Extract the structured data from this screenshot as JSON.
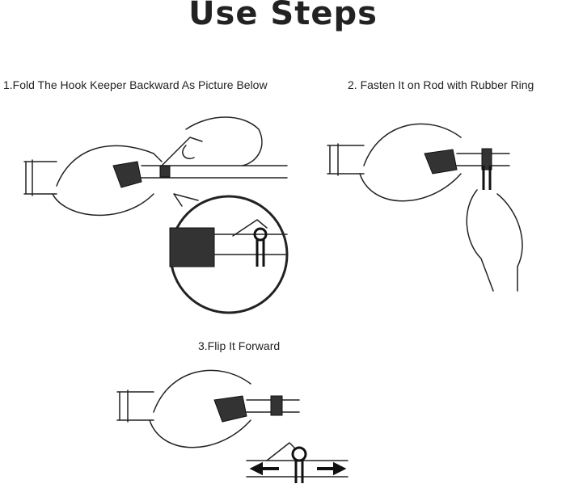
{
  "title": "Use Steps",
  "steps": [
    {
      "label": "1.Fold The Hook Keeper Backward As Picture Below"
    },
    {
      "label": "2. Fasten It on Rod with Rubber Ring"
    },
    {
      "label": "3.Flip It Forward"
    }
  ]
}
